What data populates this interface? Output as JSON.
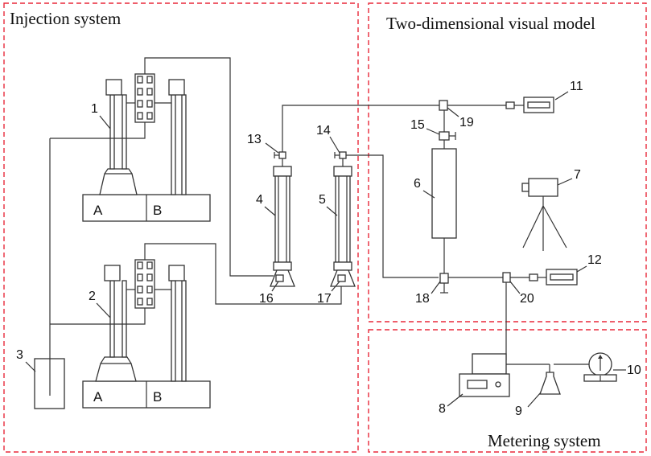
{
  "sections": {
    "injection": "Injection system",
    "visual_model": "Two-dimensional  visual model",
    "metering": "Metering  system"
  },
  "pumps": {
    "a_label": "A",
    "b_label": "B"
  },
  "numbers": {
    "n1": "1",
    "n2": "2",
    "n3": "3",
    "n4": "4",
    "n5": "5",
    "n6": "6",
    "n7": "7",
    "n8": "8",
    "n9": "9",
    "n10": "10",
    "n11": "11",
    "n12": "12",
    "n13": "13",
    "n14": "14",
    "n15": "15",
    "n16": "16",
    "n17": "17",
    "n18": "18",
    "n19": "19",
    "n20": "20"
  },
  "colors": {
    "section_border": "#e8293a",
    "line": "#333333"
  }
}
